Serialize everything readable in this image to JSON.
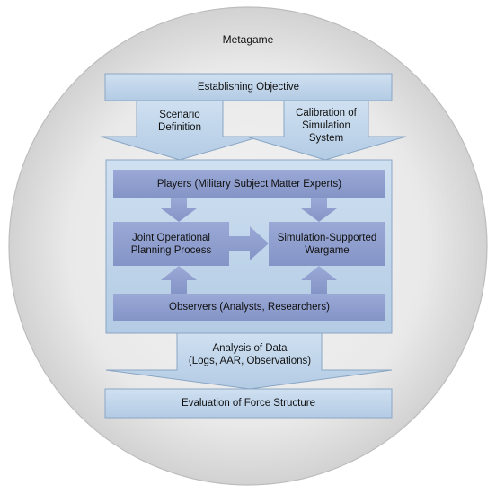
{
  "metagame": "Metagame",
  "objective": "Establishing Objective",
  "scenario": "Scenario\nDefinition",
  "calibration": "Calibration of\nSimulation\nSystem",
  "players": "Players (Military Subject Matter Experts)",
  "jopp": "Joint Operational\nPlanning Process",
  "wargame": "Simulation-Supported\nWargame",
  "observers": "Observers (Analysts, Researchers)",
  "analysis": "Analysis of Data\n(Logs, AAR, Observations)",
  "evaluation": "Evaluation of Force Structure",
  "colors": {
    "circle_fill": "#e8e8e8",
    "light_box": "#bcd3ea",
    "inner_box": "#8e9ece",
    "stroke": "#8aa6c4"
  }
}
